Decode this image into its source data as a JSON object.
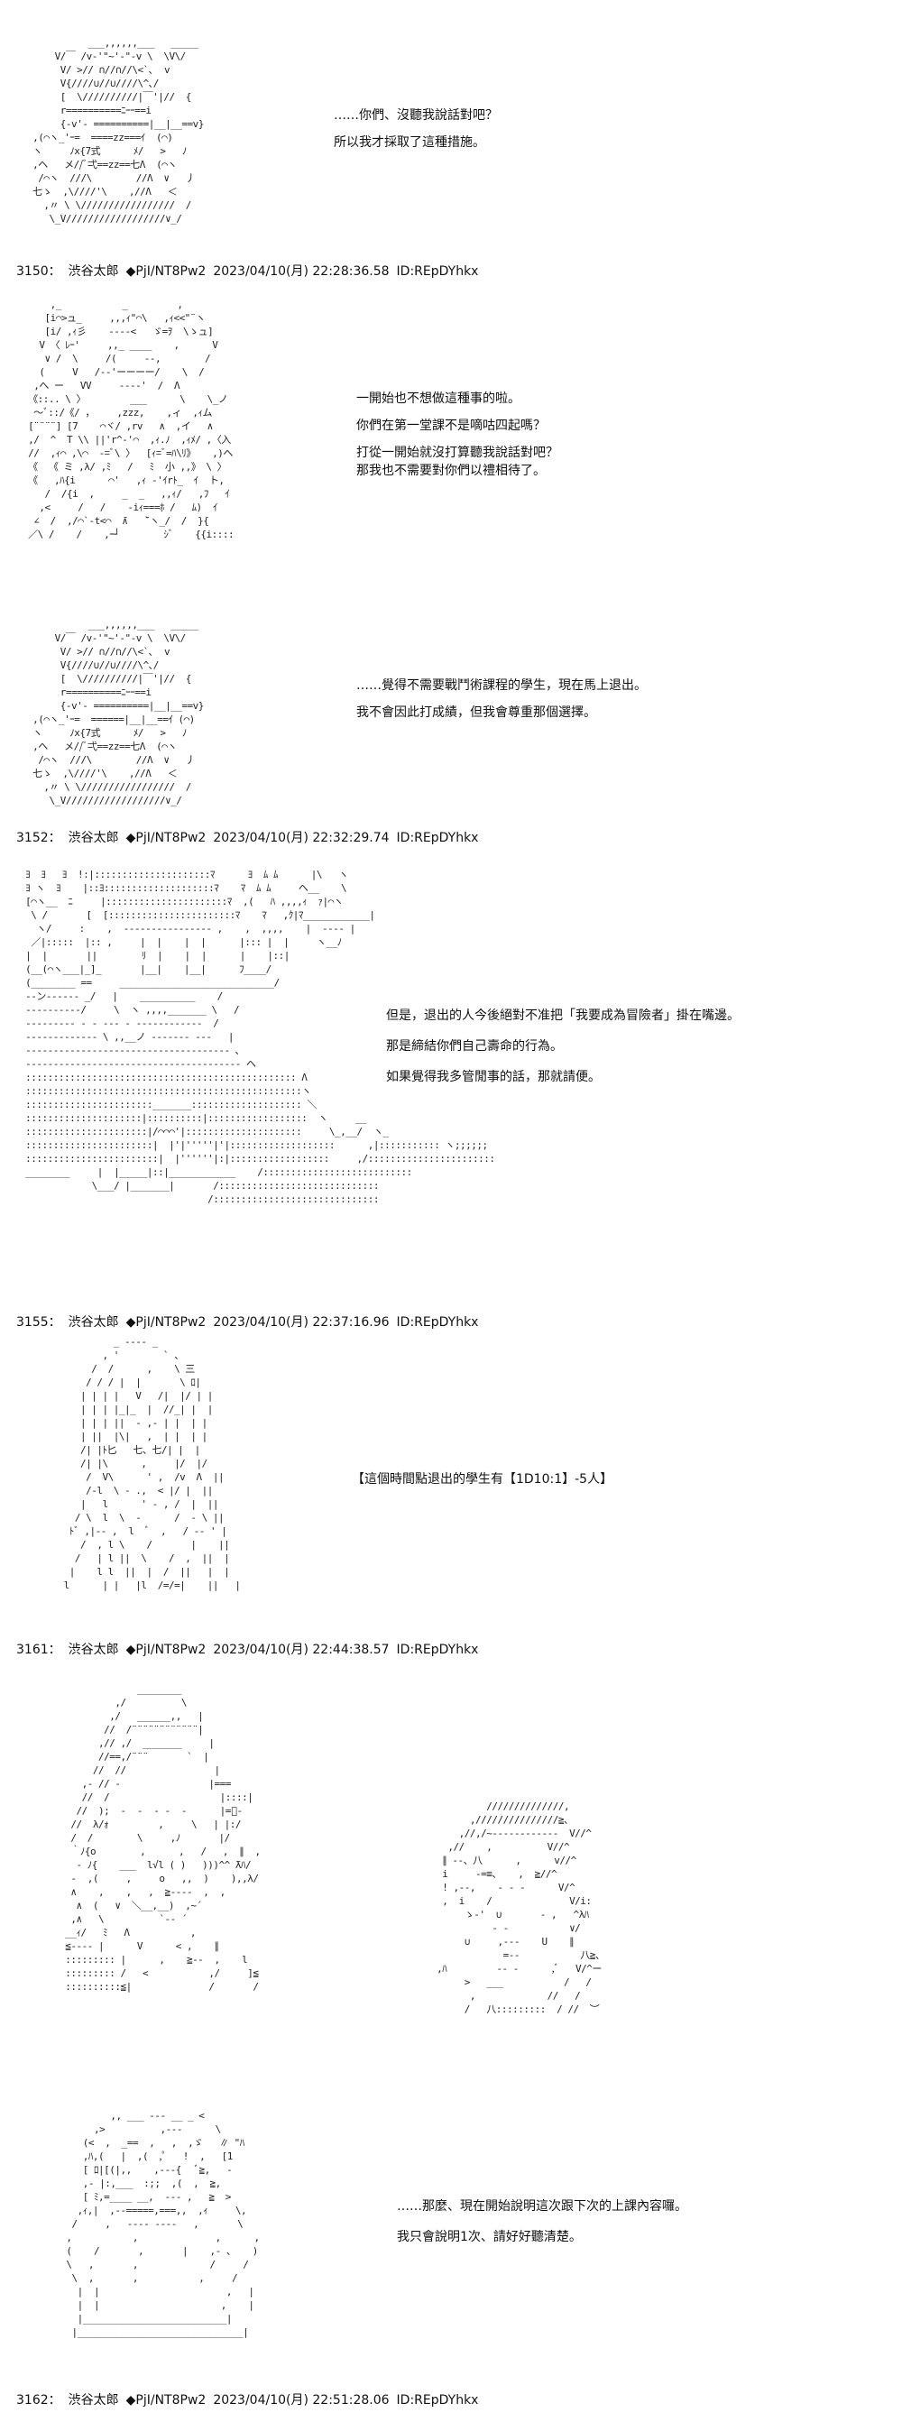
{
  "posts": [
    {
      "dialog": [
        "……你們、沒聽我說話對吧？",
        "所以我才採取了這種措施。"
      ],
      "header": {
        "number": "3150：",
        "name": "渋谷太郎",
        "trip": "◆PjI/NT8Pw2",
        "datetime": "2023/04/10(月) 22:28:36.58",
        "id": "ID:REpDYhkx"
      }
    },
    {
      "dialog": [
        "一開始也不想做這種事的啦。",
        "你們在第一堂課不是嘀咕四起嗎？",
        "打從一開始就沒打算聽我說話對吧？",
        "那我也不需要對你們以禮相待了。"
      ]
    },
    {
      "dialog": [
        "……覺得不需要戰鬥術課程的學生，現在馬上退出。",
        "我不會因此打成績，但我會尊重那個選擇。"
      ],
      "header": {
        "number": "3152：",
        "name": "渋谷太郎",
        "trip": "◆PjI/NT8Pw2",
        "datetime": "2023/04/10(月) 22:32:29.74",
        "id": "ID:REpDYhkx"
      }
    },
    {
      "dialog": [
        "但是，退出的人今後絕對不准把「我要成為冒險者」掛在嘴邊。",
        "那是締結你們自己壽命的行為。",
        "如果覺得我多管閒事的話，那就請便。"
      ],
      "header": {
        "number": "3155：",
        "name": "渋谷太郎",
        "trip": "◆PjI/NT8Pw2",
        "datetime": "2023/04/10(月) 22:37:16.96",
        "id": "ID:REpDYhkx"
      }
    },
    {
      "notice": "【這個時間點退出的學生有【1D10:1】-5人】",
      "header": {
        "number": "3161：",
        "name": "渋谷太郎",
        "trip": "◆PjI/NT8Pw2",
        "datetime": "2023/04/10(月) 22:44:38.57",
        "id": "ID:REpDYhkx"
      }
    },
    {
      "dialog": []
    },
    {
      "dialog": [
        "……那麼、現在開始說明這次跟下次的上課內容囉。",
        "我只會說明1次、請好好聽清楚。"
      ],
      "header": {
        "number": "3162：",
        "name": "渋谷太郎",
        "trip": "◆PjI/NT8Pw2",
        "datetime": "2023/04/10(月) 22:51:28.06",
        "id": "ID:REpDYhkx"
      }
    }
  ]
}
